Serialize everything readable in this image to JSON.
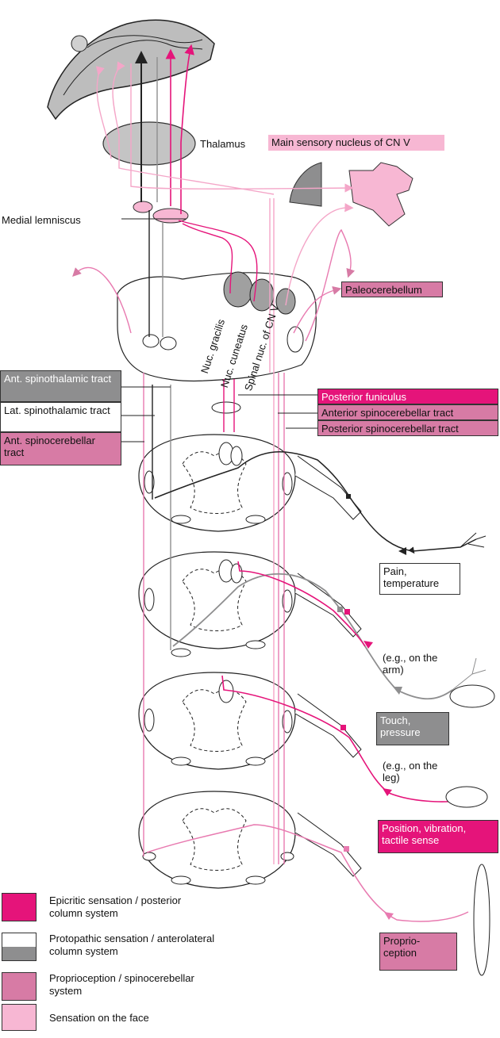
{
  "labels": {
    "thalamus": "Thalamus",
    "main_sensory": "Main sensory nucleus of CN V",
    "medial_lemniscus": "Medial lemniscus",
    "paleocerebellum": "Paleocerebellum",
    "nuc_gracilis": "Nuc. gracilis",
    "nuc_cuneatus": "Nuc. cuneatus",
    "spinal_nuc": "Spinal nuc. of CN V",
    "ant_spinothalamic": "Ant. spinothalamic tract",
    "lat_spinothalamic": "Lat. spinothalamic tract",
    "ant_spinocerebellar_left": "Ant. spinocerebellar tract",
    "posterior_funiculus": "Posterior funiculus",
    "anterior_spinocerebellar": "Anterior spinocerebellar tract",
    "posterior_spinocerebellar": "Posterior spinocerebellar tract",
    "pain_temp": "Pain, temperature",
    "eg_arm": "(e.g., on the arm)",
    "touch_pressure": "Touch, pressure",
    "eg_leg": "(e.g., on the leg)",
    "position_vibration": "Position, vibration, tactile sense",
    "proprioception": "Proprio-ception"
  },
  "legend": [
    {
      "text": "Epicritic sensation / posterior column system",
      "color": "#e5147a"
    },
    {
      "text": "Protopathic sensation / anterolateral column system",
      "color": "#ffffff",
      "color2": "#8e8e8f"
    },
    {
      "text": "Proprioception / spinocerebellar system",
      "color": "#d77ba5"
    },
    {
      "text": "Sensation on the face",
      "color": "#f7b7d3"
    }
  ],
  "colors": {
    "epicritic": "#e5147a",
    "proprioception": "#d77ba5",
    "face": "#f4a6c8",
    "gray": "#8e8e8f",
    "dark": "#222222"
  }
}
